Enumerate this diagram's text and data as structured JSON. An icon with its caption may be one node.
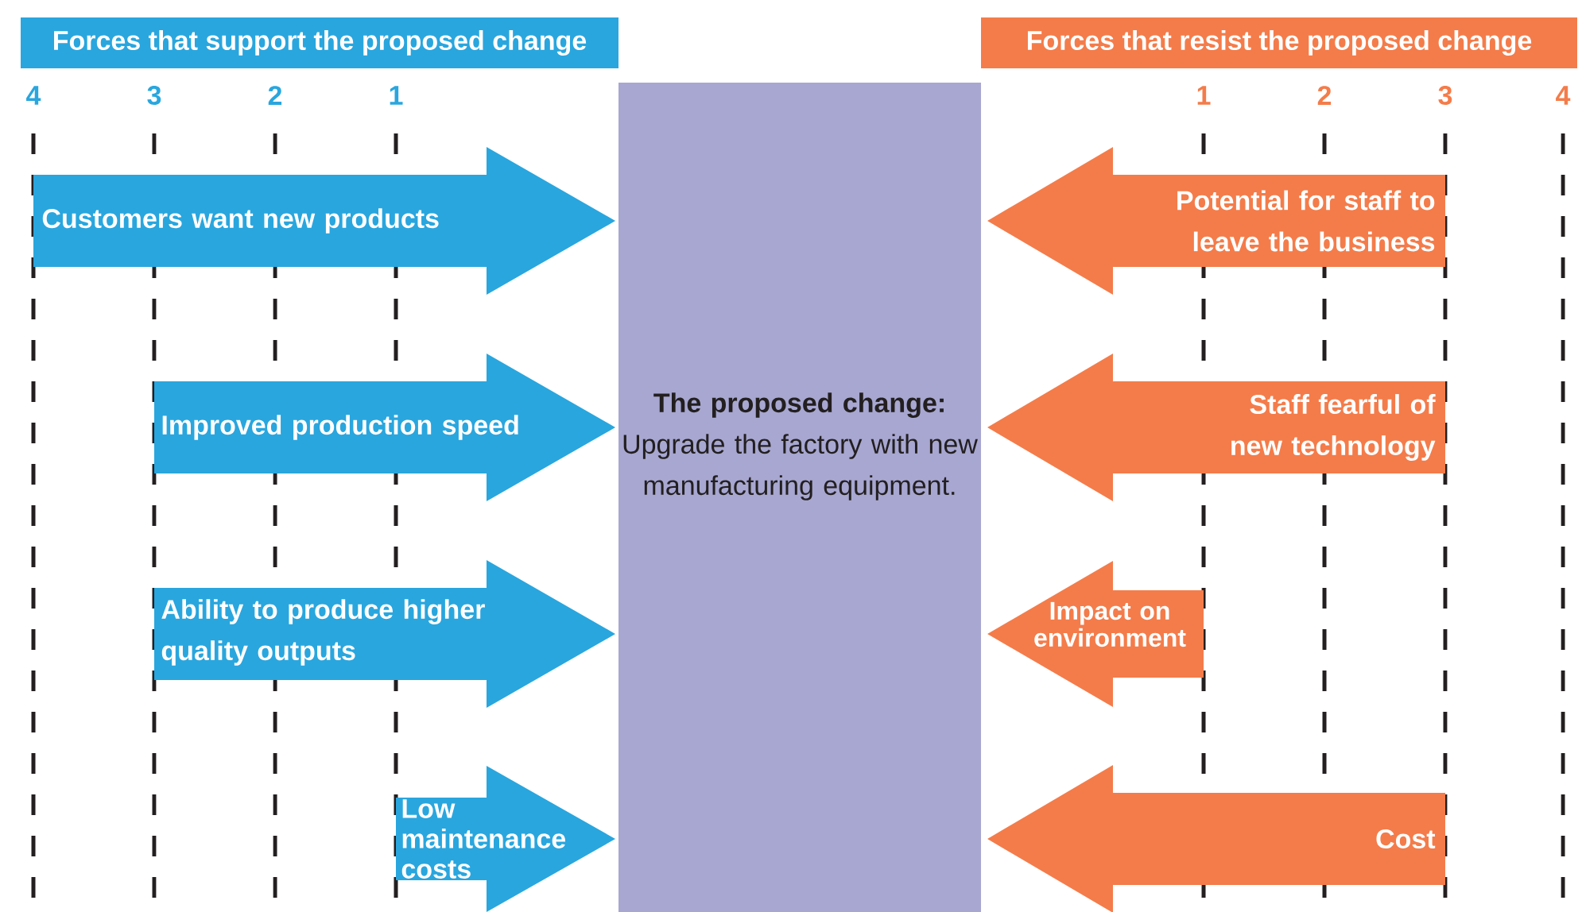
{
  "diagram": {
    "nodes": [
      {
        "text": [
          "Forces that support the proposed change"
        ]
      },
      {
        "text": [
          "Forces that resist the proposed change"
        ]
      },
      {
        "text": [
          "Customers want new products"
        ]
      },
      {
        "text": [
          "The proposed change:",
          "Upgrade the factory with new manufacturing equipment."
        ]
      },
      {
        "text": [
          "Potential for staff to leave the business"
        ]
      },
      {
        "text": [
          "Improved production speed"
        ]
      },
      {
        "text": [
          "Staff fearful of new technology"
        ]
      },
      {
        "text": [
          "Ability to produce higher quality outputs"
        ]
      },
      {
        "text": [
          "Impact on environment"
        ]
      },
      {
        "text": [
          "Low maintenance costs"
        ]
      },
      {
        "text": [
          "Cost"
        ]
      }
    ],
    "labels": [
      "4",
      "3",
      "2",
      "1",
      "1",
      "2",
      "3",
      "4"
    ]
  }
}
